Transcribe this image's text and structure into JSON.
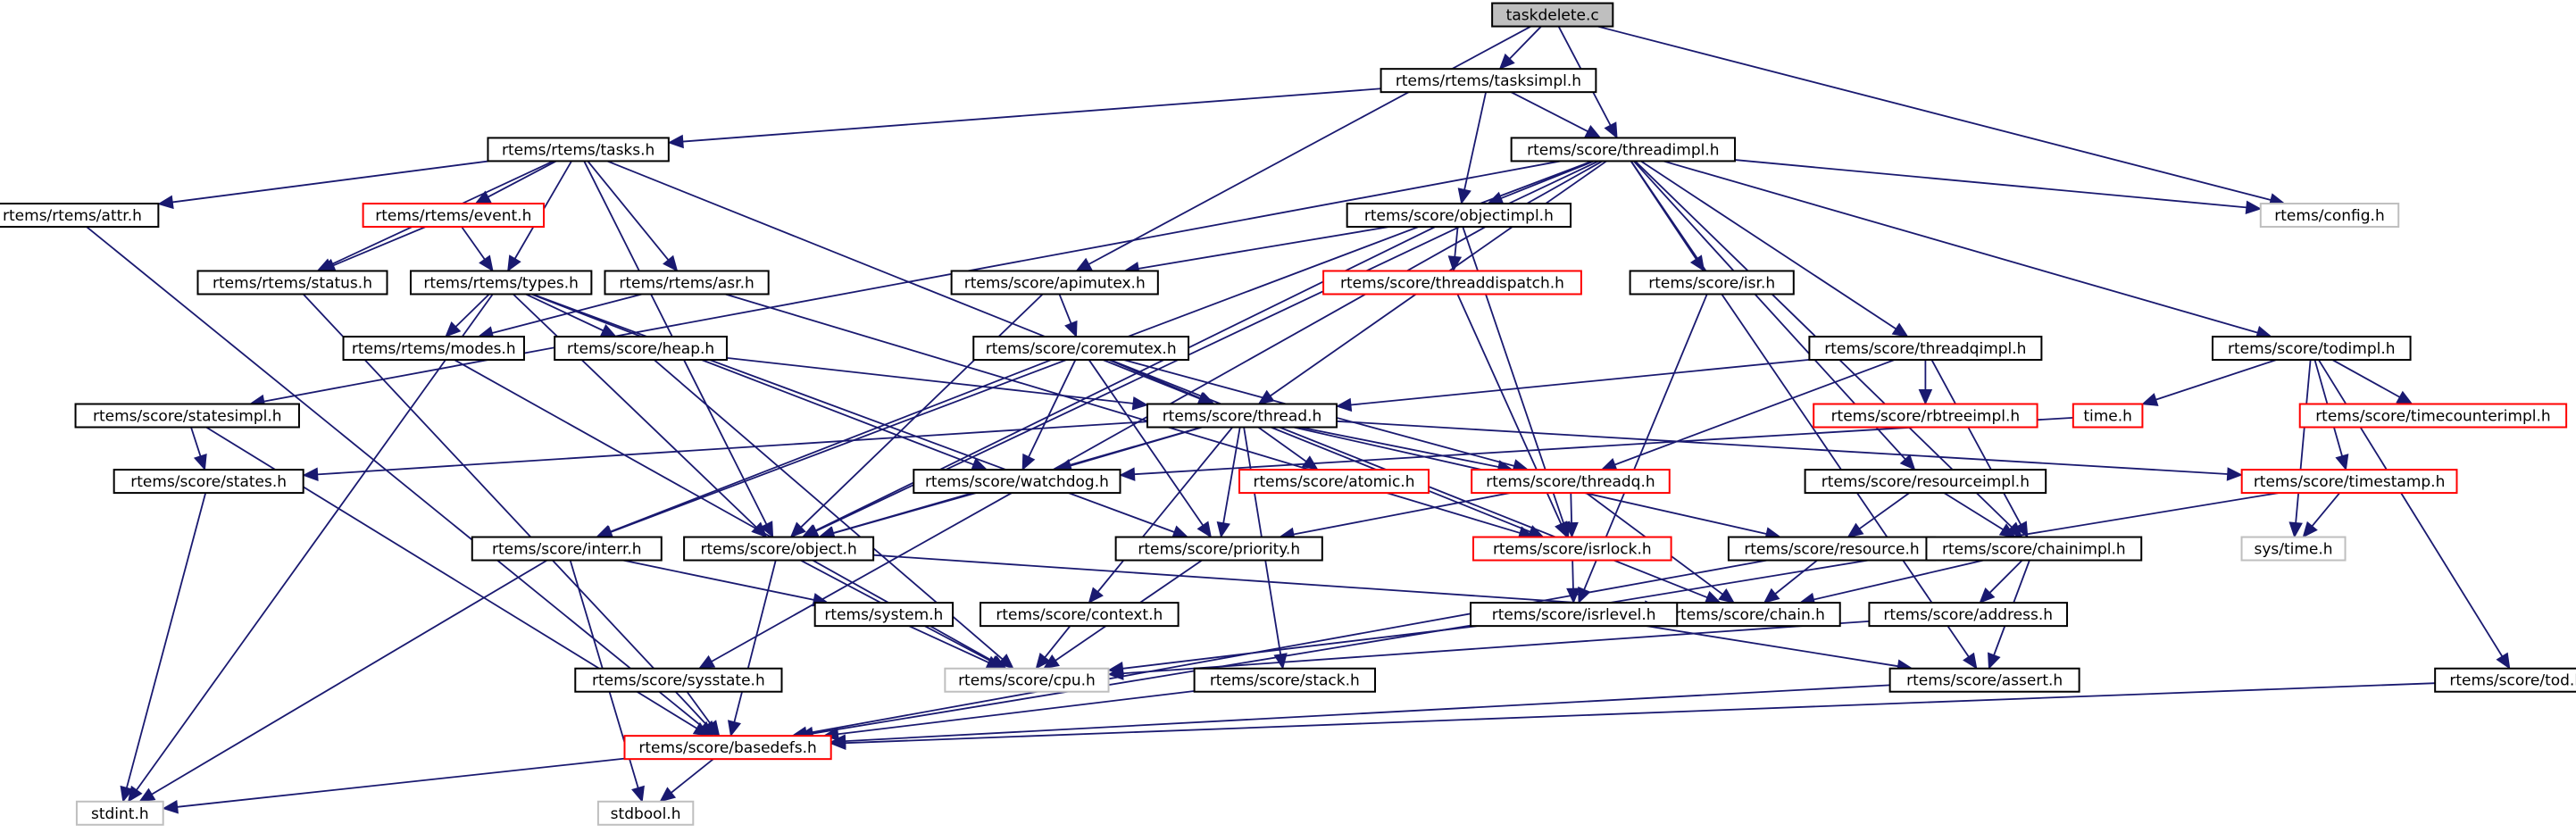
{
  "title": "taskdelete.c include dependency graph",
  "colors": {
    "edge": "#191970",
    "root_fill": "#bfbfbf",
    "normal_border": "#000000",
    "red_border": "#ff0000",
    "external_border": "#bfbfbf"
  },
  "nodes": [
    {
      "id": "taskdelete",
      "label": "taskdelete.c",
      "kind": "root"
    },
    {
      "id": "tasksimpl",
      "label": "rtems/rtems/tasksimpl.h",
      "kind": "normal"
    },
    {
      "id": "tasks",
      "label": "rtems/rtems/tasks.h",
      "kind": "normal"
    },
    {
      "id": "threadimpl",
      "label": "rtems/score/threadimpl.h",
      "kind": "normal"
    },
    {
      "id": "attr",
      "label": "rtems/rtems/attr.h",
      "kind": "normal"
    },
    {
      "id": "event",
      "label": "rtems/rtems/event.h",
      "kind": "red"
    },
    {
      "id": "objectimpl",
      "label": "rtems/score/objectimpl.h",
      "kind": "normal"
    },
    {
      "id": "config",
      "label": "rtems/config.h",
      "kind": "external"
    },
    {
      "id": "status",
      "label": "rtems/rtems/status.h",
      "kind": "normal"
    },
    {
      "id": "types",
      "label": "rtems/rtems/types.h",
      "kind": "normal"
    },
    {
      "id": "asr",
      "label": "rtems/rtems/asr.h",
      "kind": "normal"
    },
    {
      "id": "apimutex",
      "label": "rtems/score/apimutex.h",
      "kind": "normal"
    },
    {
      "id": "threaddispatch",
      "label": "rtems/score/threaddispatch.h",
      "kind": "red"
    },
    {
      "id": "isr",
      "label": "rtems/score/isr.h",
      "kind": "normal"
    },
    {
      "id": "modes",
      "label": "rtems/rtems/modes.h",
      "kind": "normal"
    },
    {
      "id": "heap",
      "label": "rtems/score/heap.h",
      "kind": "normal"
    },
    {
      "id": "coremutex",
      "label": "rtems/score/coremutex.h",
      "kind": "normal"
    },
    {
      "id": "threadqimpl",
      "label": "rtems/score/threadqimpl.h",
      "kind": "normal"
    },
    {
      "id": "todimpl",
      "label": "rtems/score/todimpl.h",
      "kind": "normal"
    },
    {
      "id": "statesimpl",
      "label": "rtems/score/statesimpl.h",
      "kind": "normal"
    },
    {
      "id": "thread",
      "label": "rtems/score/thread.h",
      "kind": "normal"
    },
    {
      "id": "rbtreeimpl",
      "label": "rtems/score/rbtreeimpl.h",
      "kind": "red"
    },
    {
      "id": "time",
      "label": "time.h",
      "kind": "red"
    },
    {
      "id": "timecounterimpl",
      "label": "rtems/score/timecounterimpl.h",
      "kind": "red"
    },
    {
      "id": "states",
      "label": "rtems/score/states.h",
      "kind": "normal"
    },
    {
      "id": "watchdog",
      "label": "rtems/score/watchdog.h",
      "kind": "normal"
    },
    {
      "id": "atomic",
      "label": "rtems/score/atomic.h",
      "kind": "red"
    },
    {
      "id": "threadq",
      "label": "rtems/score/threadq.h",
      "kind": "red"
    },
    {
      "id": "resourceimpl",
      "label": "rtems/score/resourceimpl.h",
      "kind": "normal"
    },
    {
      "id": "timestamp",
      "label": "rtems/score/timestamp.h",
      "kind": "red"
    },
    {
      "id": "interr",
      "label": "rtems/score/interr.h",
      "kind": "normal"
    },
    {
      "id": "object",
      "label": "rtems/score/object.h",
      "kind": "normal"
    },
    {
      "id": "priority",
      "label": "rtems/score/priority.h",
      "kind": "normal"
    },
    {
      "id": "isrlock",
      "label": "rtems/score/isrlock.h",
      "kind": "red"
    },
    {
      "id": "resource",
      "label": "rtems/score/resource.h",
      "kind": "normal"
    },
    {
      "id": "chainimpl",
      "label": "rtems/score/chainimpl.h",
      "kind": "normal"
    },
    {
      "id": "systime",
      "label": "sys/time.h",
      "kind": "external"
    },
    {
      "id": "system",
      "label": "rtems/system.h",
      "kind": "normal"
    },
    {
      "id": "context",
      "label": "rtems/score/context.h",
      "kind": "normal"
    },
    {
      "id": "chain",
      "label": "rtems/score/chain.h",
      "kind": "normal"
    },
    {
      "id": "isrlevel",
      "label": "rtems/score/isrlevel.h",
      "kind": "normal"
    },
    {
      "id": "address",
      "label": "rtems/score/address.h",
      "kind": "normal"
    },
    {
      "id": "cpu",
      "label": "rtems/score/cpu.h",
      "kind": "external"
    },
    {
      "id": "sysstate",
      "label": "rtems/score/sysstate.h",
      "kind": "normal"
    },
    {
      "id": "stack",
      "label": "rtems/score/stack.h",
      "kind": "normal"
    },
    {
      "id": "assert",
      "label": "rtems/score/assert.h",
      "kind": "normal"
    },
    {
      "id": "tod",
      "label": "rtems/score/tod.h",
      "kind": "normal"
    },
    {
      "id": "basedefs",
      "label": "rtems/score/basedefs.h",
      "kind": "red"
    },
    {
      "id": "stdint",
      "label": "stdint.h",
      "kind": "external"
    },
    {
      "id": "stdbool",
      "label": "stdbool.h",
      "kind": "external"
    }
  ],
  "edges": [
    [
      "taskdelete",
      "tasksimpl"
    ],
    [
      "taskdelete",
      "threadimpl"
    ],
    [
      "taskdelete",
      "apimutex"
    ],
    [
      "taskdelete",
      "config"
    ],
    [
      "tasksimpl",
      "tasks"
    ],
    [
      "tasksimpl",
      "threadimpl"
    ],
    [
      "tasksimpl",
      "objectimpl"
    ],
    [
      "tasks",
      "attr"
    ],
    [
      "tasks",
      "status"
    ],
    [
      "tasks",
      "event"
    ],
    [
      "tasks",
      "types"
    ],
    [
      "tasks",
      "asr"
    ],
    [
      "tasks",
      "thread"
    ],
    [
      "tasks",
      "object"
    ],
    [
      "attr",
      "basedefs"
    ],
    [
      "event",
      "status"
    ],
    [
      "event",
      "types"
    ],
    [
      "status",
      "basedefs"
    ],
    [
      "types",
      "modes"
    ],
    [
      "types",
      "heap"
    ],
    [
      "types",
      "object"
    ],
    [
      "types",
      "priority"
    ],
    [
      "types",
      "watchdog"
    ],
    [
      "types",
      "stdint"
    ],
    [
      "asr",
      "modes"
    ],
    [
      "asr",
      "isrlock"
    ],
    [
      "modes",
      "cpu"
    ],
    [
      "heap",
      "thread"
    ],
    [
      "heap",
      "cpu"
    ],
    [
      "threadimpl",
      "objectimpl"
    ],
    [
      "threadimpl",
      "config"
    ],
    [
      "threadimpl",
      "thread"
    ],
    [
      "threadimpl",
      "isr"
    ],
    [
      "threadimpl",
      "threadqimpl"
    ],
    [
      "threadimpl",
      "todimpl"
    ],
    [
      "threadimpl",
      "statesimpl"
    ],
    [
      "threadimpl",
      "resourceimpl"
    ],
    [
      "threadimpl",
      "chainimpl"
    ],
    [
      "threadimpl",
      "assert"
    ],
    [
      "threadimpl",
      "interr"
    ],
    [
      "threadimpl",
      "sysstate"
    ],
    [
      "threadimpl",
      "object"
    ],
    [
      "objectimpl",
      "apimutex"
    ],
    [
      "objectimpl",
      "threaddispatch"
    ],
    [
      "objectimpl",
      "object"
    ],
    [
      "objectimpl",
      "isrlock"
    ],
    [
      "apimutex",
      "coremutex"
    ],
    [
      "apimutex",
      "object"
    ],
    [
      "coremutex",
      "thread"
    ],
    [
      "coremutex",
      "threadq"
    ],
    [
      "coremutex",
      "watchdog"
    ],
    [
      "coremutex",
      "interr"
    ],
    [
      "coremutex",
      "priority"
    ],
    [
      "coremutex",
      "chain"
    ],
    [
      "threaddispatch",
      "isrlock"
    ],
    [
      "isr",
      "isrlevel"
    ],
    [
      "threadqimpl",
      "thread"
    ],
    [
      "threadqimpl",
      "threadq"
    ],
    [
      "threadqimpl",
      "rbtreeimpl"
    ],
    [
      "threadqimpl",
      "chainimpl"
    ],
    [
      "todimpl",
      "time"
    ],
    [
      "todimpl",
      "timecounterimpl"
    ],
    [
      "todimpl",
      "timestamp"
    ],
    [
      "todimpl",
      "systime"
    ],
    [
      "todimpl",
      "tod"
    ],
    [
      "time",
      "watchdog"
    ],
    [
      "statesimpl",
      "states"
    ],
    [
      "statesimpl",
      "basedefs"
    ],
    [
      "states",
      "stdint"
    ],
    [
      "thread",
      "states"
    ],
    [
      "thread",
      "watchdog"
    ],
    [
      "thread",
      "atomic"
    ],
    [
      "thread",
      "threadq"
    ],
    [
      "thread",
      "object"
    ],
    [
      "thread",
      "priority"
    ],
    [
      "thread",
      "isrlock"
    ],
    [
      "thread",
      "resource"
    ],
    [
      "thread",
      "timestamp"
    ],
    [
      "thread",
      "context"
    ],
    [
      "thread",
      "stack"
    ],
    [
      "watchdog",
      "object"
    ],
    [
      "threadq",
      "priority"
    ],
    [
      "threadq",
      "isrlock"
    ],
    [
      "threadq",
      "chain"
    ],
    [
      "resourceimpl",
      "resource"
    ],
    [
      "resourceimpl",
      "chainimpl"
    ],
    [
      "timestamp",
      "systime"
    ],
    [
      "timestamp",
      "basedefs"
    ],
    [
      "interr",
      "system"
    ],
    [
      "interr",
      "stdint"
    ],
    [
      "interr",
      "stdbool"
    ],
    [
      "object",
      "chain"
    ],
    [
      "object",
      "cpu"
    ],
    [
      "object",
      "basedefs"
    ],
    [
      "priority",
      "cpu"
    ],
    [
      "isrlock",
      "isrlevel"
    ],
    [
      "resource",
      "chain"
    ],
    [
      "resource",
      "basedefs"
    ],
    [
      "chainimpl",
      "chain"
    ],
    [
      "chainimpl",
      "address"
    ],
    [
      "chainimpl",
      "assert"
    ],
    [
      "system",
      "cpu"
    ],
    [
      "context",
      "cpu"
    ],
    [
      "isrlevel",
      "cpu"
    ],
    [
      "isrlevel",
      "assert"
    ],
    [
      "address",
      "cpu"
    ],
    [
      "sysstate",
      "basedefs"
    ],
    [
      "stack",
      "basedefs"
    ],
    [
      "assert",
      "basedefs"
    ],
    [
      "tod",
      "basedefs"
    ],
    [
      "basedefs",
      "stdint"
    ],
    [
      "basedefs",
      "stdbool"
    ]
  ]
}
